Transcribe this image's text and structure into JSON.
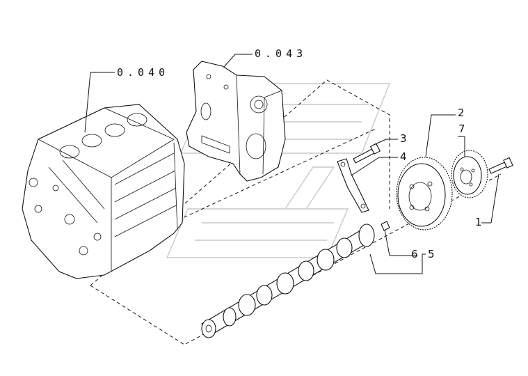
{
  "diagram": {
    "references": [
      {
        "id": "ref-engine-block",
        "text": "0.040"
      },
      {
        "id": "ref-timing-cover",
        "text": "0.043"
      }
    ],
    "callouts": [
      "1",
      "2",
      "3",
      "4",
      "5",
      "6",
      "7"
    ],
    "parts": [
      {
        "callout": "1",
        "icon": "bolt-icon"
      },
      {
        "callout": "2",
        "icon": "camshaft-gear-icon"
      },
      {
        "callout": "3",
        "icon": "bolt-icon"
      },
      {
        "callout": "4",
        "icon": "bracket-plate-icon"
      },
      {
        "callout": "5",
        "icon": "camshaft-icon"
      },
      {
        "callout": "6",
        "icon": "dowel-pin-icon"
      },
      {
        "callout": "7",
        "icon": "hub-icon"
      }
    ]
  }
}
